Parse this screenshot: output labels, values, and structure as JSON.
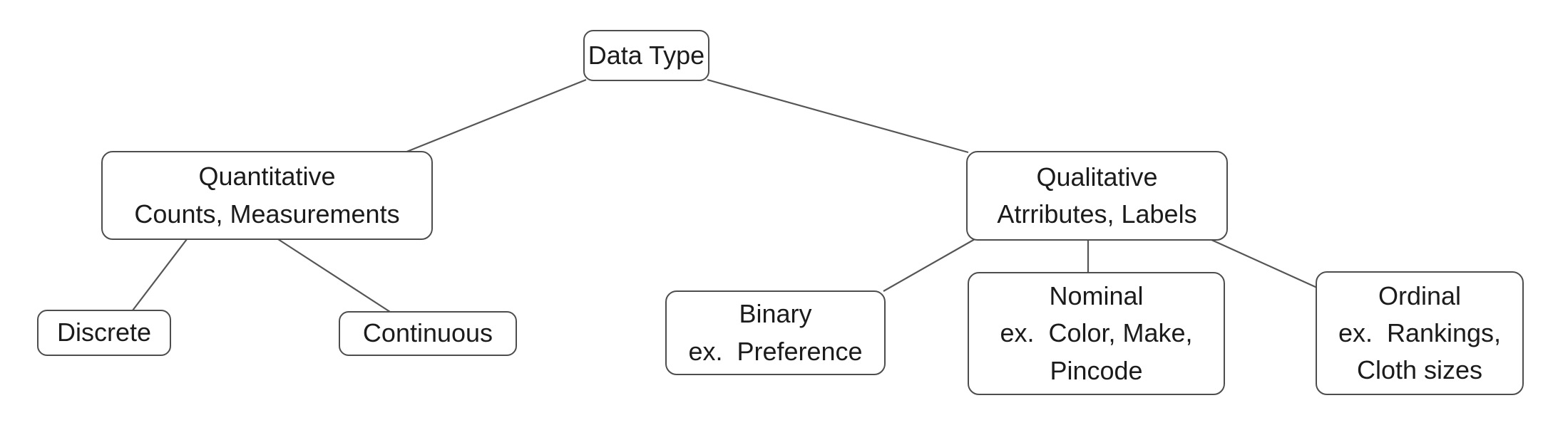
{
  "colors": {
    "background": "#ffffff",
    "box_border": "#4d4d4d",
    "edge_line": "#555555",
    "text": "#1b1b1b"
  },
  "tree": {
    "root": {
      "label": "Data Type"
    },
    "branches": [
      {
        "id": "quantitative",
        "title": "Quantitative",
        "subtitle": "Counts, Measurements",
        "children": [
          {
            "id": "discrete",
            "label": "Discrete"
          },
          {
            "id": "continuous",
            "label": "Continuous"
          }
        ]
      },
      {
        "id": "qualitative",
        "title": "Qualitative",
        "subtitle": "Atrributes, Labels",
        "children": [
          {
            "id": "binary",
            "label": "Binary",
            "example_lines": [
              "ex.  Preference"
            ]
          },
          {
            "id": "nominal",
            "label": "Nominal",
            "example_lines": [
              "ex.  Color, Make,",
              "Pincode"
            ]
          },
          {
            "id": "ordinal",
            "label": "Ordinal",
            "example_lines": [
              "ex.  Rankings,",
              "Cloth sizes"
            ]
          }
        ]
      }
    ]
  }
}
